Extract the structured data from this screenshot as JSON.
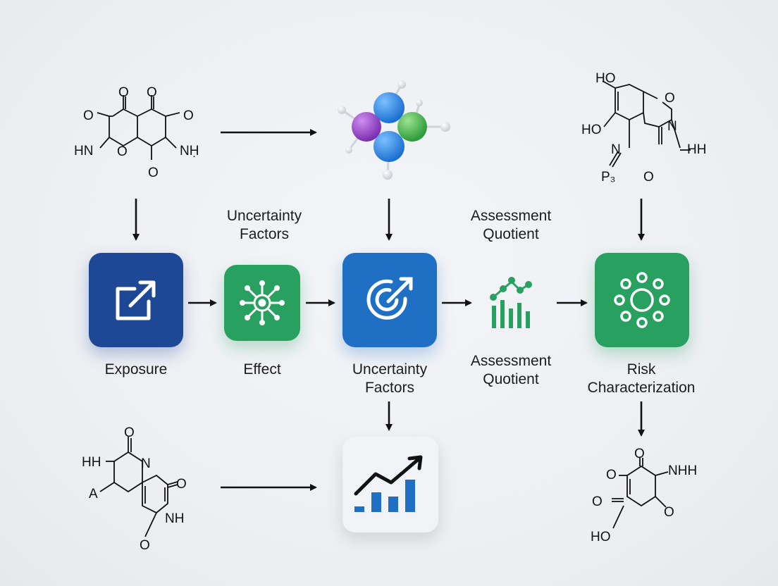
{
  "steps": {
    "exposure": {
      "label": "Exposure",
      "icon": "external-link-icon",
      "color": "#1e4796"
    },
    "effect": {
      "label": "Effect",
      "icon": "network-node-icon",
      "color": "#27a060"
    },
    "uncertainty": {
      "label_line1": "Uncertainty",
      "label_line2": "Factors",
      "icon": "target-arrow-icon",
      "color": "#1f6fc4"
    },
    "assessment": {
      "label_line1": "Assessment",
      "label_line2": "Quotient",
      "icon": "bar-network-icon",
      "color": "#27a060"
    },
    "risk": {
      "label_line1": "Risk",
      "label_line2": "Characterization",
      "icon": "ring-dots-icon",
      "color": "#27a060"
    },
    "output": {
      "icon": "trend-bar-chart-icon"
    }
  },
  "upper_labels": {
    "uncertainty_line1": "Uncertainty",
    "uncertainty_line2": "Factors",
    "assessment_line1": "Assessment",
    "assessment_line2": "Quotient"
  },
  "molecules": {
    "top_left": {
      "atoms": [
        "O",
        "O",
        "O",
        "O",
        "HN",
        "O",
        "NḤ",
        "O"
      ]
    },
    "top_right": {
      "atoms": [
        "HO",
        "O",
        "HO",
        "N",
        "HH",
        "N",
        "P₃",
        "O"
      ]
    },
    "bottom_left": {
      "atoms": [
        "O",
        "HH",
        "N",
        "A",
        "O",
        "NH",
        "O"
      ]
    },
    "bottom_right": {
      "atoms": [
        "O",
        "NHH",
        "O",
        "O",
        "O",
        "HO"
      ]
    },
    "center_model": {
      "icon": "molecule-3d-icon",
      "colors": [
        "#2a7fd6",
        "#8e3fc0",
        "#3fb24a"
      ]
    }
  }
}
